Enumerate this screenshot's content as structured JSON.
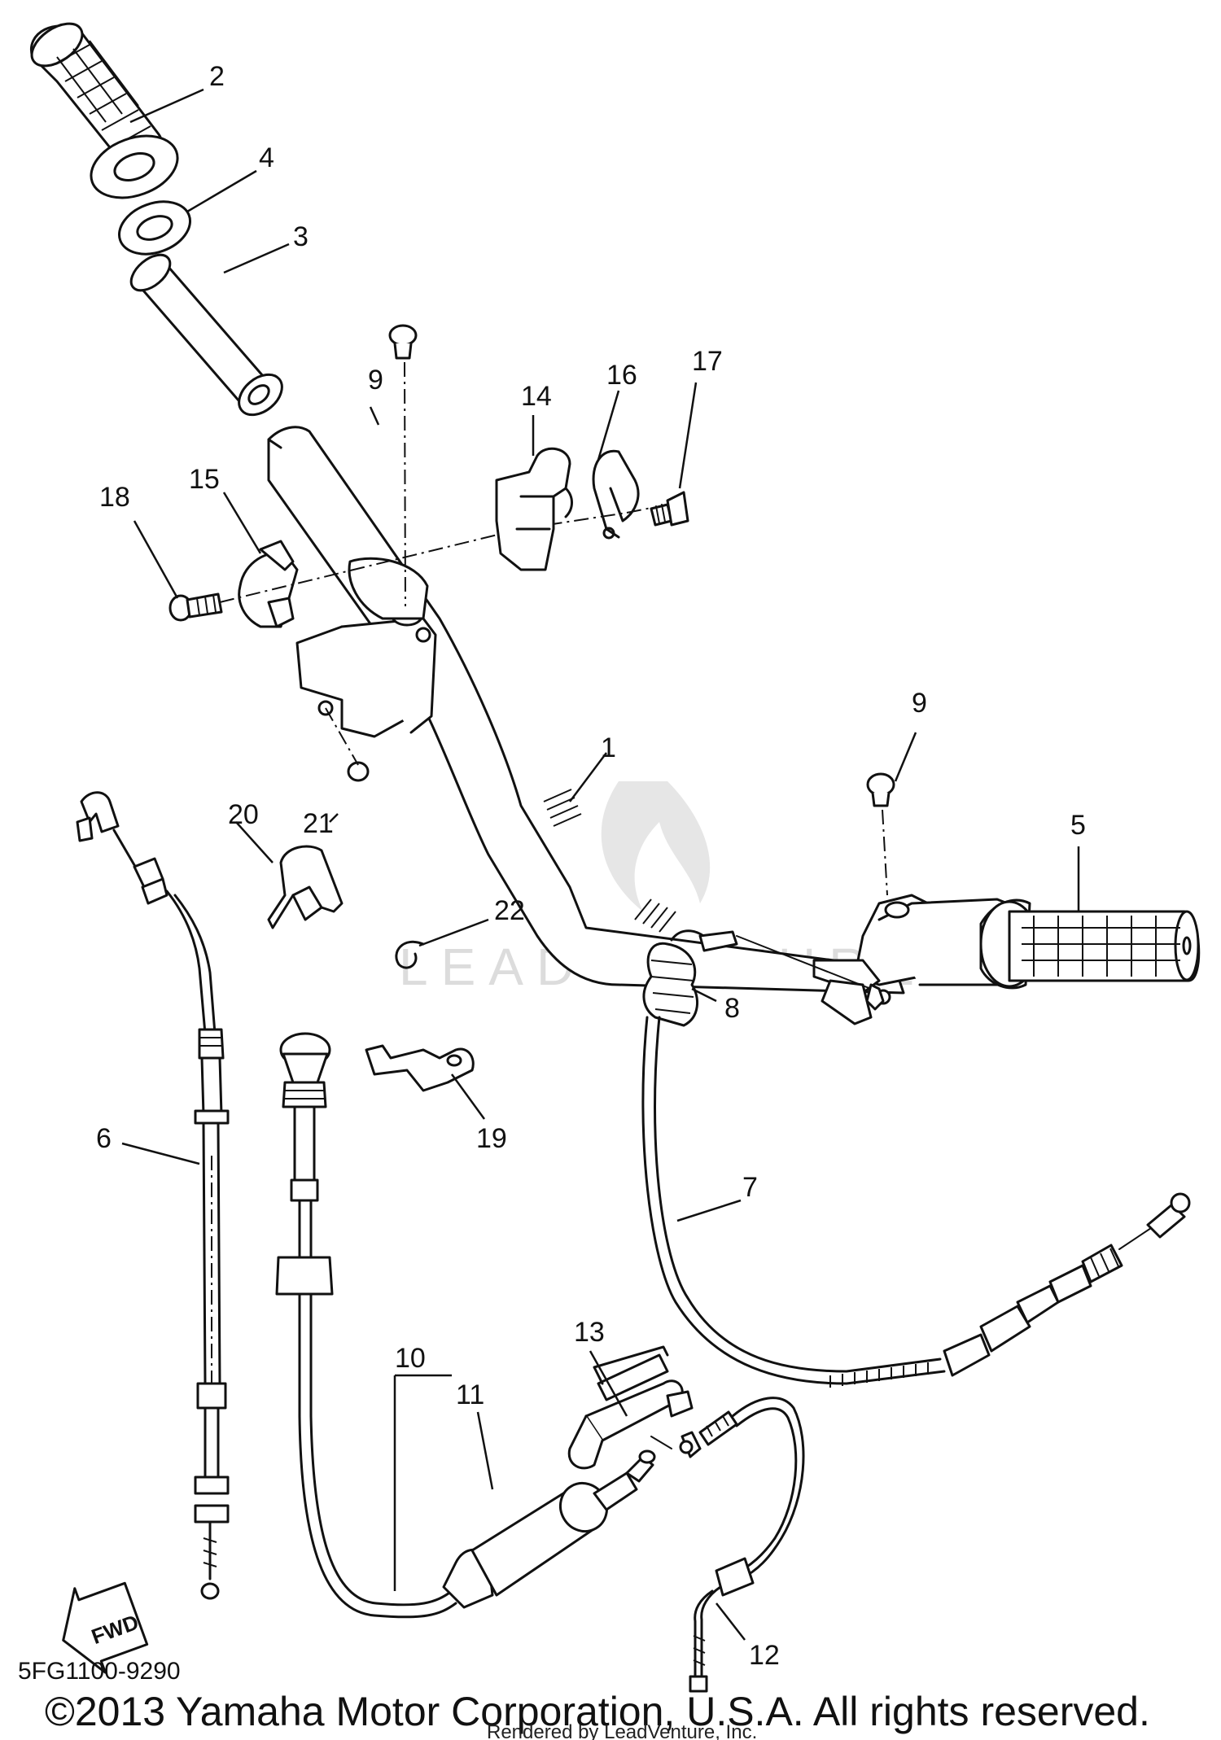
{
  "diagram": {
    "callouts": {
      "c1": "1",
      "c2": "2",
      "c3": "3",
      "c4": "4",
      "c5": "5",
      "c6": "6",
      "c7": "7",
      "c8": "8",
      "c9a": "9",
      "c9b": "9",
      "c10": "10",
      "c11": "11",
      "c12": "12",
      "c13": "13",
      "c14": "14",
      "c15": "15",
      "c16": "16",
      "c17": "17",
      "c18": "18",
      "c19": "19",
      "c20": "20",
      "c21": "21",
      "c22": "22"
    },
    "fwd_label": "FWD",
    "diagram_code": "5FG1100-9290",
    "copyright": "©2013 Yamaha Motor Corporation, U.S.A. All rights reserved.",
    "rendered_by": "Rendered by LeadVenture, Inc.",
    "watermark": "LEADVENTURE"
  }
}
